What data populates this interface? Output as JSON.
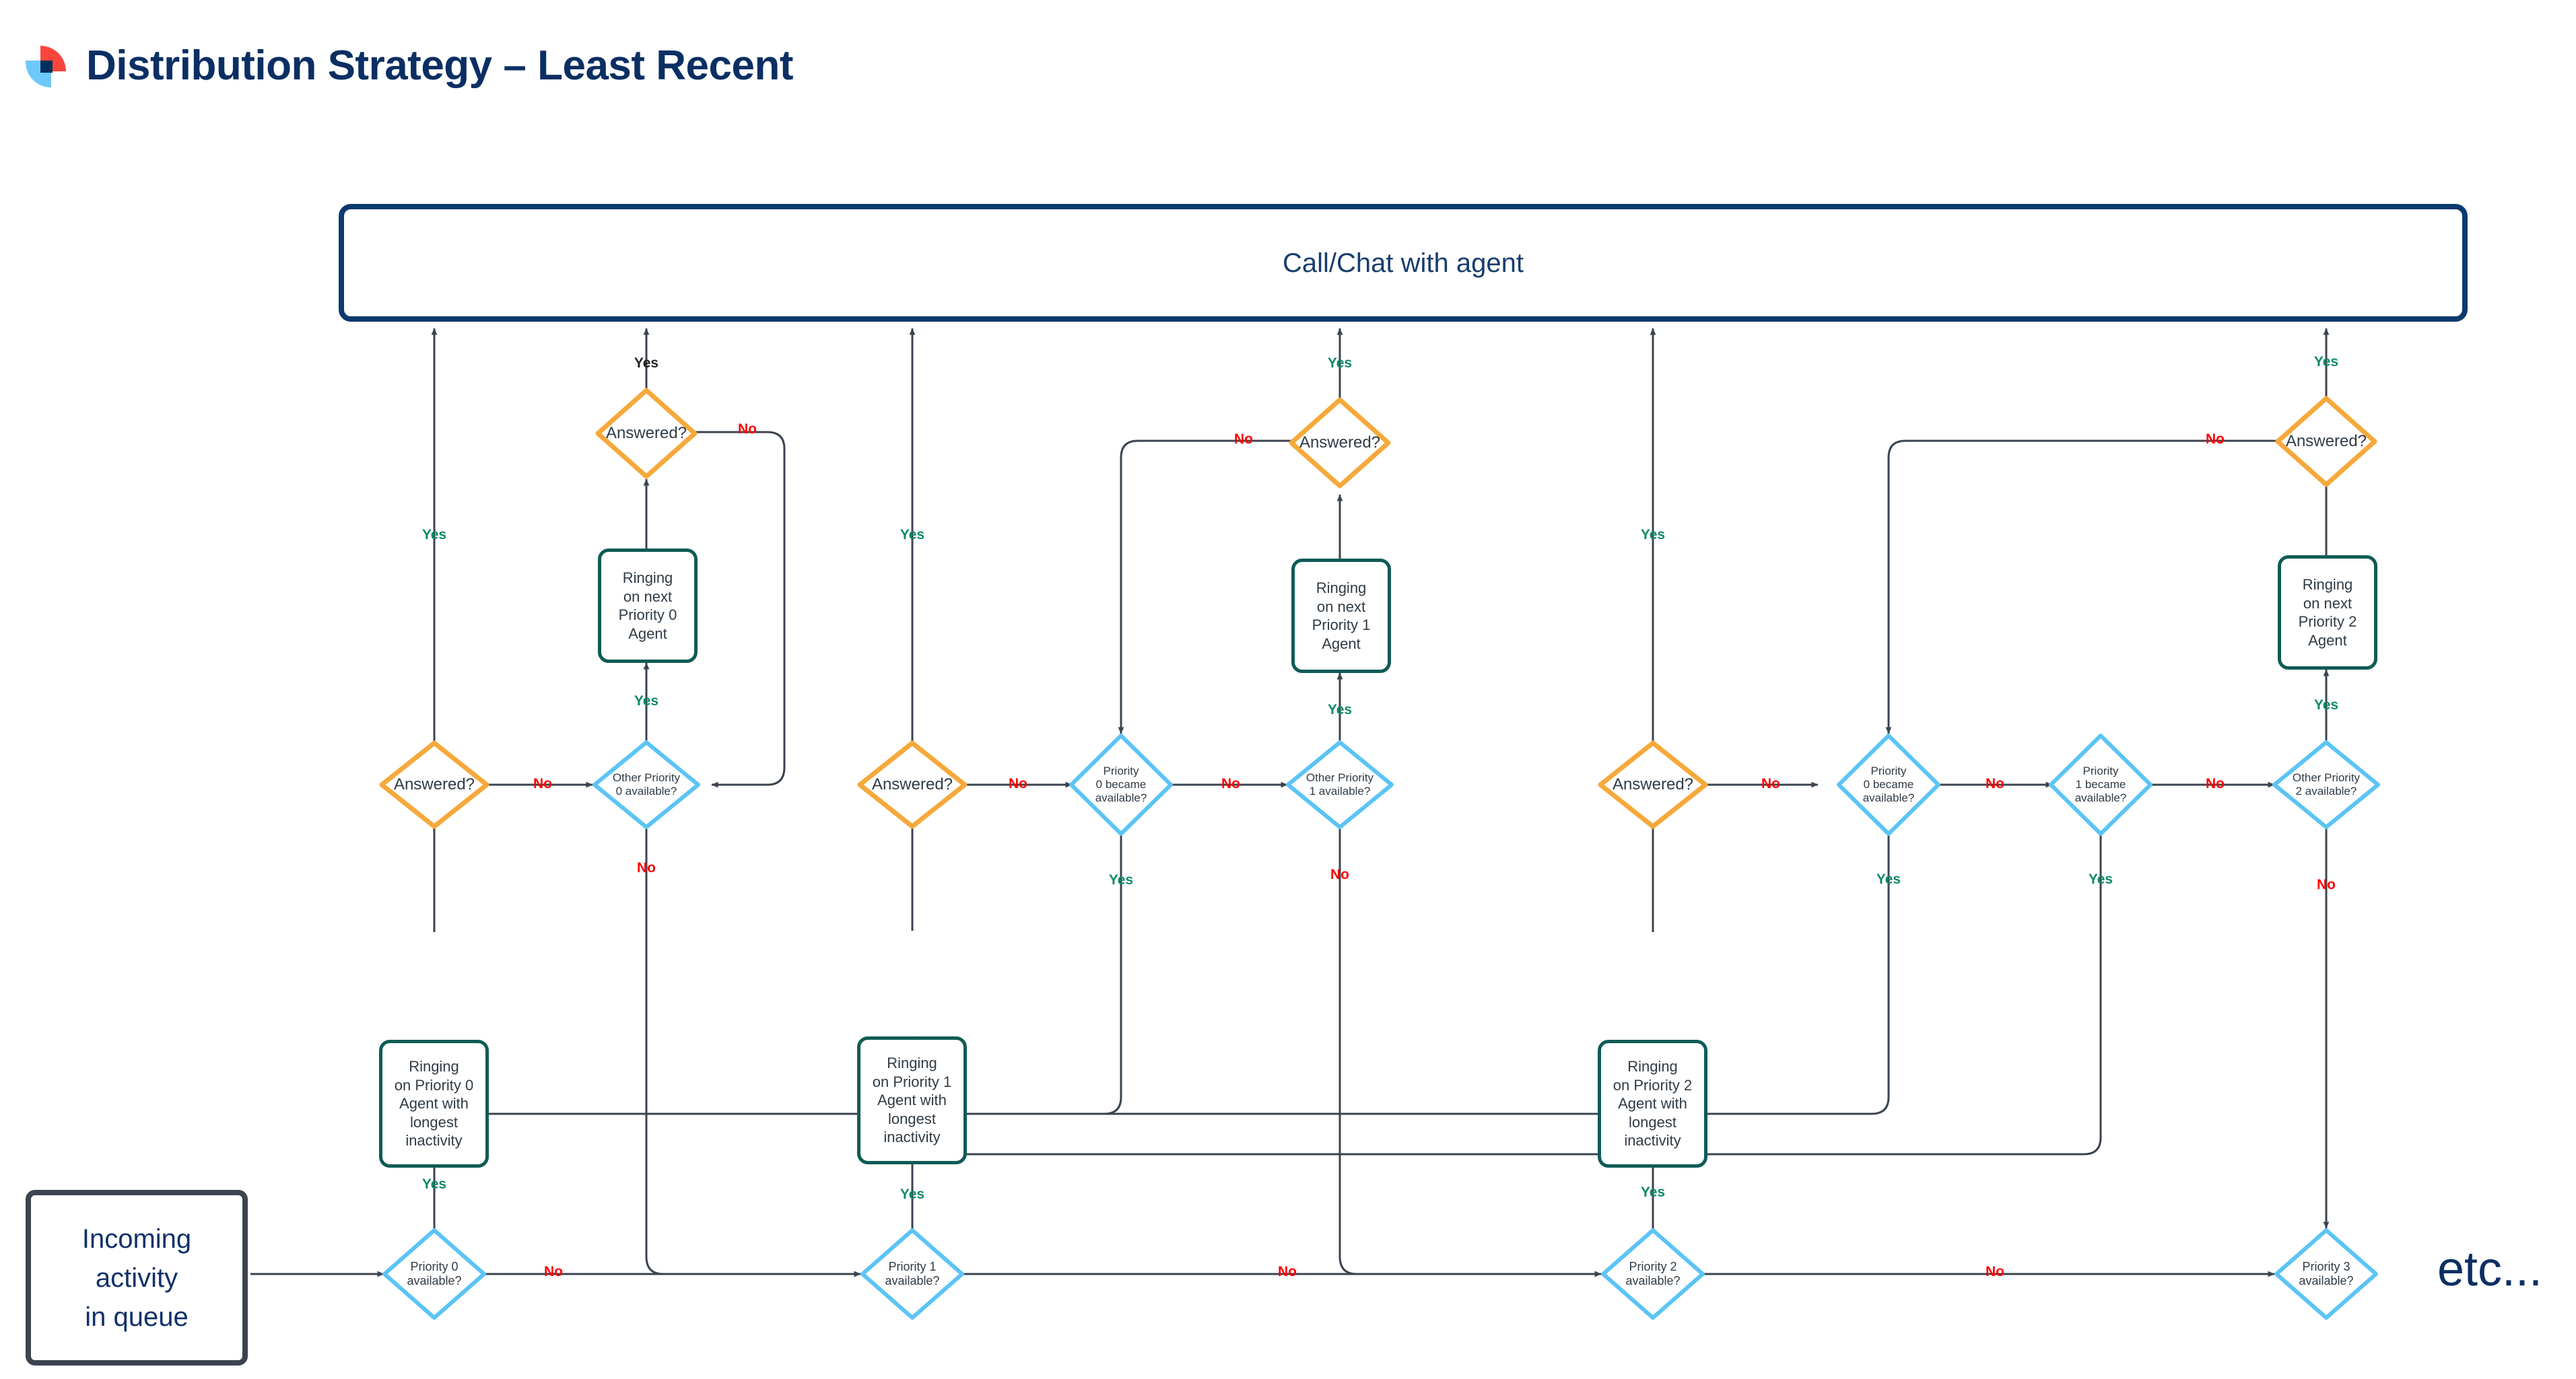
{
  "header": {
    "title": "Distribution Strategy – Least Recent",
    "logo_name": "brand-logo",
    "logo_colors": {
      "red": "#f9463c",
      "blue": "#6ec9fb",
      "navy": "#00305b"
    }
  },
  "palette": {
    "title_navy": "#0b2f63",
    "callbox_border": "#0b3a6e",
    "incoming_border": "#3b444f",
    "process_border": "#0f5b56",
    "decision_orange": "#f6a93b",
    "decision_blue": "#5bc4f5",
    "yes_green": "#0f8a6a",
    "no_red": "#ff0000",
    "connector": "#3b444f"
  },
  "nodes": {
    "call_chat": "Call/Chat with agent",
    "incoming": "Incoming\nactivity\nin queue",
    "etc": "etc...",
    "answered": "Answered?",
    "ringing_p0_longest": "Ringing\non Priority 0\nAgent with\nlongest\ninactivity",
    "ringing_p1_longest": "Ringing\non Priority 1\nAgent with\nlongest\ninactivity",
    "ringing_p2_longest": "Ringing\non Priority 2\nAgent with\nlongest\ninactivity",
    "ringing_next_p0": "Ringing\non next\nPriority 0\nAgent",
    "ringing_next_p1": "Ringing\non next\nPriority 1\nAgent",
    "ringing_next_p2": "Ringing\non next\nPriority 2\nAgent",
    "other_p0_available": "Other Priority\n0 available?",
    "other_p1_available": "Other Priority\n1 available?",
    "other_p2_available": "Other Priority\n2 available?",
    "p0_became_available": "Priority\n0 became\navailable?",
    "p1_became_available": "Priority\n1 became\navailable?",
    "p0_available": "Priority 0\navailable?",
    "p1_available": "Priority 1\navailable?",
    "p2_available": "Priority 2\navailable?",
    "p3_available": "Priority 3\navailable?"
  },
  "edge_labels": {
    "yes": "Yes",
    "no": "No"
  },
  "diagram": {
    "type": "flowchart",
    "decisions": [
      {
        "id": "p0_available",
        "text": "Priority 0 available?",
        "shape": "diamond",
        "color": "#5bc4f5",
        "yes_to": "ringing_p0_longest",
        "no_to": "p1_available"
      },
      {
        "id": "p1_available",
        "text": "Priority 1 available?",
        "shape": "diamond",
        "color": "#5bc4f5",
        "yes_to": "ringing_p1_longest",
        "no_to": "p2_available"
      },
      {
        "id": "p2_available",
        "text": "Priority 2 available?",
        "shape": "diamond",
        "color": "#5bc4f5",
        "yes_to": "ringing_p2_longest",
        "no_to": "p3_available"
      },
      {
        "id": "p3_available",
        "text": "Priority 3 available?",
        "shape": "diamond",
        "color": "#5bc4f5",
        "yes_to": "",
        "no_to": "etc"
      },
      {
        "id": "answered_0",
        "text": "Answered?",
        "shape": "diamond",
        "color": "#f6a93b",
        "yes_to": "call_chat",
        "no_to": "other_p0_available"
      },
      {
        "id": "other_p0_available",
        "text": "Other Priority 0 available?",
        "shape": "diamond",
        "color": "#5bc4f5",
        "yes_to": "ringing_next_p0",
        "no_to": "p1_available"
      },
      {
        "id": "answered_next_0",
        "text": "Answered?",
        "shape": "diamond",
        "color": "#f6a93b",
        "yes_to": "call_chat",
        "no_to": "other_p0_available"
      },
      {
        "id": "answered_1",
        "text": "Answered?",
        "shape": "diamond",
        "color": "#f6a93b",
        "yes_to": "call_chat",
        "no_to": "p0_became_available_1"
      },
      {
        "id": "p0_became_available_1",
        "text": "Priority 0 became available?",
        "shape": "diamond",
        "color": "#5bc4f5",
        "yes_to": "p0_available",
        "no_to": "other_p1_available"
      },
      {
        "id": "other_p1_available",
        "text": "Other Priority 1 available?",
        "shape": "diamond",
        "color": "#5bc4f5",
        "yes_to": "ringing_next_p1",
        "no_to": "p2_available"
      },
      {
        "id": "answered_next_1",
        "text": "Answered?",
        "shape": "diamond",
        "color": "#f6a93b",
        "yes_to": "call_chat",
        "no_to": "p0_became_available_1"
      },
      {
        "id": "answered_2",
        "text": "Answered?",
        "shape": "diamond",
        "color": "#f6a93b",
        "yes_to": "call_chat",
        "no_to": "p0_became_available_2"
      },
      {
        "id": "p0_became_available_2",
        "text": "Priority 0 became available?",
        "shape": "diamond",
        "color": "#5bc4f5",
        "yes_to": "p0_available",
        "no_to": "p1_became_available_2"
      },
      {
        "id": "p1_became_available_2",
        "text": "Priority 1 became available?",
        "shape": "diamond",
        "color": "#5bc4f5",
        "yes_to": "p1_available",
        "no_to": "other_p2_available"
      },
      {
        "id": "other_p2_available",
        "text": "Other Priority 2 available?",
        "shape": "diamond",
        "color": "#5bc4f5",
        "yes_to": "ringing_next_p2",
        "no_to": "p3_available"
      },
      {
        "id": "answered_next_2",
        "text": "Answered?",
        "shape": "diamond",
        "color": "#f6a93b",
        "yes_to": "call_chat",
        "no_to": "p0_became_available_2"
      }
    ]
  }
}
